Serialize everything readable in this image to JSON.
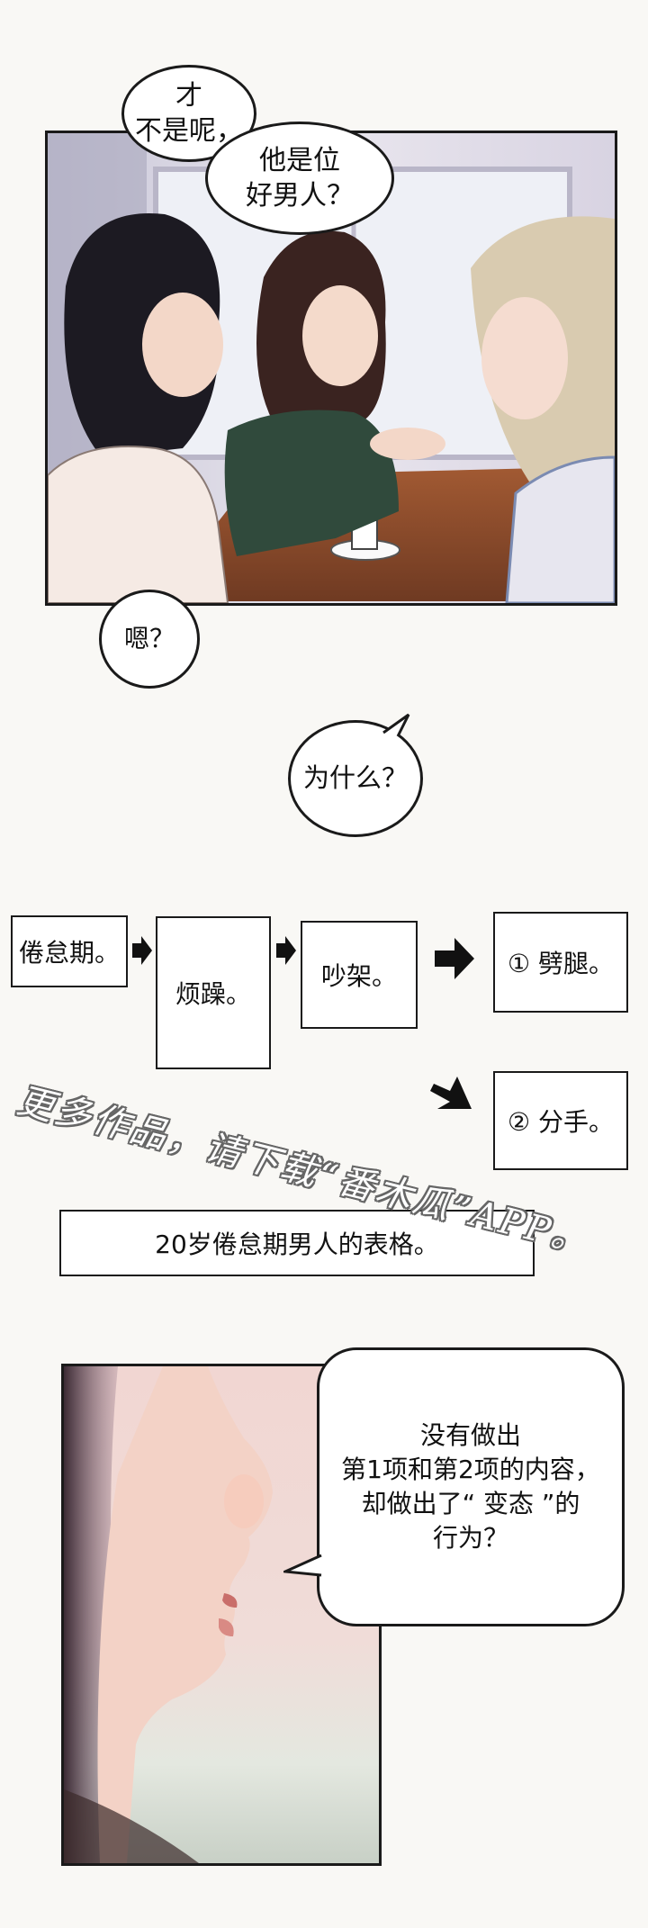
{
  "panel1": {
    "bubble_top": [
      "才",
      "不是呢，"
    ],
    "bubble_right": [
      "他是位",
      "好男人？"
    ],
    "bubble_bottom": "嗯？"
  },
  "bubble_why": "为什么？",
  "flow": {
    "step1": "倦怠期。",
    "step2": "烦躁。",
    "step3": "吵架。",
    "outcome1": "① 劈腿。",
    "outcome2": "② 分手。"
  },
  "caption": "20岁倦怠期男人的表格。",
  "watermark": "更多作品，请下载“番木瓜”APP。",
  "panel2": {
    "speech": [
      "没有做出",
      "第1项和第2项的内容，",
      "却做出了“ 变态 ”的",
      "行为？"
    ]
  },
  "colors": {
    "ink": "#1a1a1a",
    "background": "#f9f8f5",
    "table_wood": "#8a4a2a",
    "skin": "#f3d7c8"
  }
}
